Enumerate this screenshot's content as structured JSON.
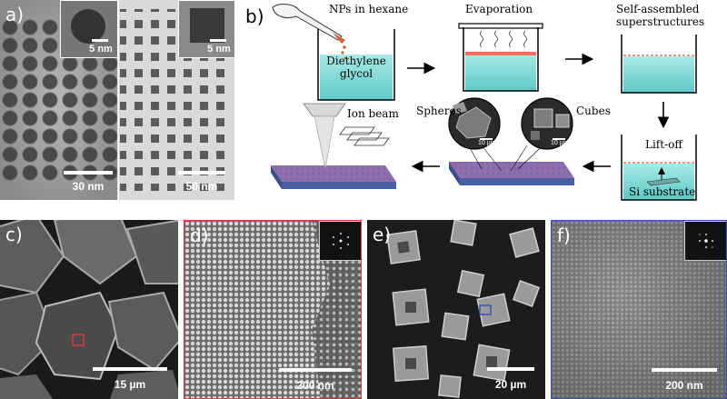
{
  "colors": {
    "liquid": "#7fd8d6",
    "film": "#e8745a",
    "substrate": "#8a6fb0",
    "red_frame": "#d93a3a",
    "blue_frame": "#3b4fb3"
  },
  "panel_a": {
    "label": "a)",
    "inset_scale_left": "5 nm",
    "inset_scale_right": "5 nm",
    "scale_left": "30 nm",
    "scale_right": "50 nm"
  },
  "panel_b": {
    "label": "b)",
    "step1": "NPs in hexane",
    "step1_liquid": "Diethylene\nglycol",
    "step2": "Evaporation",
    "step3_line1": "Self-assembled",
    "step3_line2": "superstructures",
    "step4": "Lift-off",
    "step4_substrate": "Si substrate",
    "spheres": "Spheres",
    "cubes": "Cubes",
    "inset_scale_spheres": "10 µm",
    "inset_scale_cubes": "10 µm",
    "ion_beam": "Ion beam"
  },
  "panel_c": {
    "label": "c)",
    "scale": "15 µm"
  },
  "panel_d": {
    "label": "d)",
    "scale": "200 nm"
  },
  "panel_e": {
    "label": "e)",
    "scale": "20 µm"
  },
  "panel_f": {
    "label": "f)",
    "scale": "200 nm"
  }
}
